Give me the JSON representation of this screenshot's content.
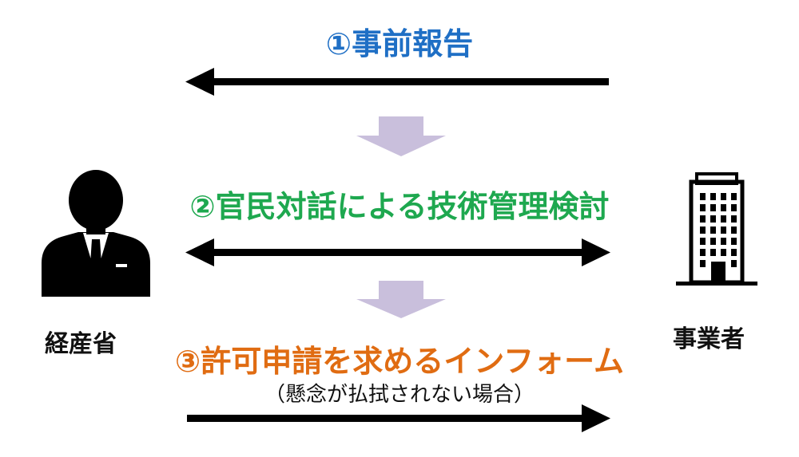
{
  "steps": {
    "step1": "①事前報告",
    "step2": "②官民対話による技術管理検討",
    "step3": "③許可申請を求めるインフォーム",
    "step3_note": "（懸念が払拭されない場合）"
  },
  "actors": {
    "left": "経産省",
    "right": "事業者"
  },
  "icons": {
    "left": "businessman-icon",
    "right": "office-building-icon"
  },
  "colors": {
    "step1": "#1f6fc5",
    "step2": "#1ea84f",
    "step3": "#e06c12",
    "flow_arrow": "#c9bfdc",
    "arrow": "#000000"
  }
}
